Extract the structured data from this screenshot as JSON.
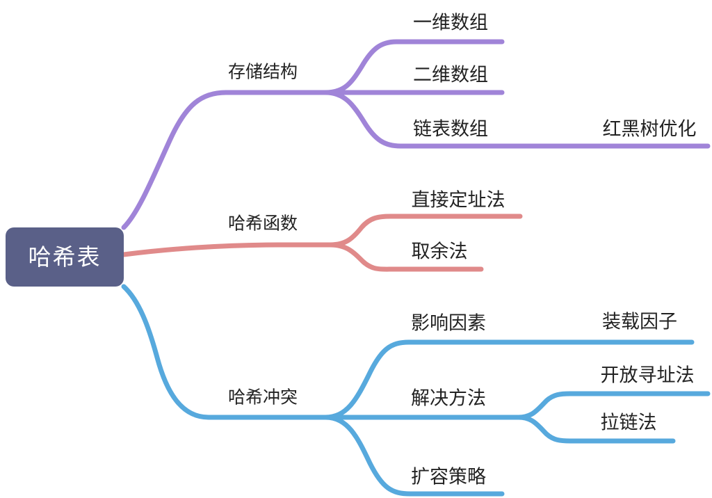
{
  "diagram": {
    "type": "mind-map",
    "background": "#ffffff",
    "root": {
      "label": "哈希表",
      "fill": "#5a6088",
      "text_color": "#ffffff"
    },
    "branches": [
      {
        "id": "storage",
        "label": "存储结构",
        "color": "#a084d8",
        "children": [
          {
            "id": "array-1d",
            "label": "一维数组",
            "children": []
          },
          {
            "id": "array-2d",
            "label": "二维数组",
            "children": []
          },
          {
            "id": "linked-array",
            "label": "链表数组",
            "children": [
              {
                "id": "rbtree",
                "label": "红黑树优化"
              }
            ]
          }
        ]
      },
      {
        "id": "hash-function",
        "label": "哈希函数",
        "color": "#e08a8a",
        "children": [
          {
            "id": "direct-address",
            "label": "直接定址法",
            "children": []
          },
          {
            "id": "modulo",
            "label": "取余法",
            "children": []
          }
        ]
      },
      {
        "id": "hash-collision",
        "label": "哈希冲突",
        "color": "#57a9dd",
        "children": [
          {
            "id": "factors",
            "label": "影响因素",
            "children": [
              {
                "id": "load-factor",
                "label": "装载因子"
              }
            ]
          },
          {
            "id": "solutions",
            "label": "解决方法",
            "children": [
              {
                "id": "open-addressing",
                "label": "开放寻址法"
              },
              {
                "id": "chaining",
                "label": "拉链法"
              }
            ]
          },
          {
            "id": "resize-strategy",
            "label": "扩容策略",
            "children": []
          }
        ]
      }
    ]
  }
}
